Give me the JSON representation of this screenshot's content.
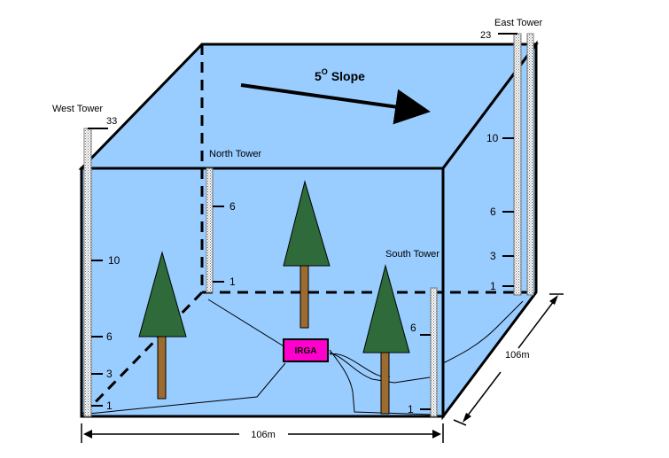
{
  "towers": {
    "west": {
      "name": "West Tower",
      "top": "33",
      "ticks": [
        "10",
        "6",
        "3",
        "1"
      ]
    },
    "north": {
      "name": "North Tower",
      "ticks": [
        "6",
        "1"
      ]
    },
    "south": {
      "name": "South Tower",
      "ticks": [
        "6",
        "1"
      ]
    },
    "east": {
      "name": "East Tower",
      "top": "23",
      "ticks": [
        "10",
        "6",
        "3",
        "1"
      ]
    }
  },
  "slope": {
    "value": "5",
    "degree": "O",
    "text": "Slope"
  },
  "instrument": {
    "label": "IRGA"
  },
  "dimensions": {
    "width": "106m",
    "depth": "106m"
  },
  "colors": {
    "box_face": "#99ccff",
    "tree_foliage": "#2f6b3a",
    "tree_trunk": "#9c6b30",
    "irga_fill": "#ff00cc"
  }
}
